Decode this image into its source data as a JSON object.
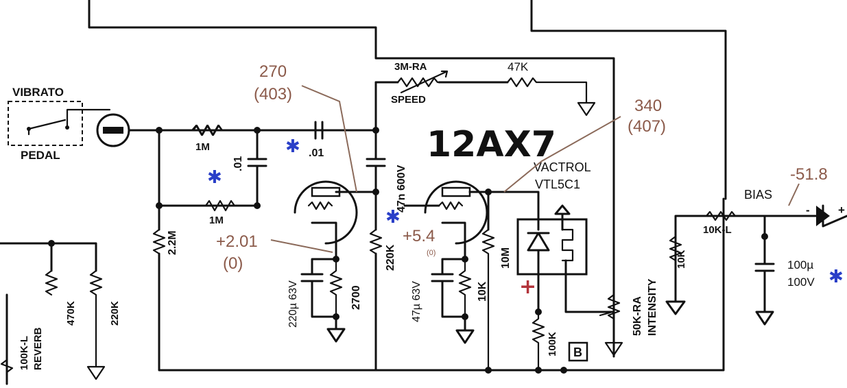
{
  "labels": {
    "vibrato": "VIBRATO",
    "pedal": "PEDAL",
    "r_1m_top": "1M",
    "r_1m_bottom": "1M",
    "c_01_left": ".01",
    "c_01_mid": ".01",
    "r_2m2": "2.2M",
    "c_220u": "220µ 63V",
    "r_2700": "2700",
    "c_47n": "47n 600V",
    "r_220k": "220K",
    "c_47u": "47µ 63V",
    "r_10k_cath": "10K",
    "r_10m": "10M",
    "r_100k": "100K",
    "speed_pot": "3M-RA",
    "speed": "SPEED",
    "r_47k": "47K",
    "tube": "12AX7",
    "vactrol": "VACTROL",
    "vactrol_part": "VTL5C1",
    "intensity_pot": "50K-RA",
    "intensity": "INTENSITY",
    "r_10k_bias": "10K",
    "bias_pot": "10K-L",
    "bias": "BIAS",
    "c_100u_a": "100µ",
    "c_100u_b": "100V",
    "reverb_pot": "100K-L",
    "reverb": "REVERB",
    "r_470k": "470K",
    "r_220k_left": "220K",
    "box_b": "B",
    "plus_sign": "+",
    "minus_sign": "-"
  },
  "annotations": {
    "v270": "270",
    "v403": "(403)",
    "v340": "340",
    "v407": "(407)",
    "v201": "+2.01",
    "v0a": "(0)",
    "v54": "+5.4",
    "v0b": "(0)",
    "v518": "-51.8"
  },
  "marks": {
    "star": "✱",
    "red_plus": "+"
  }
}
